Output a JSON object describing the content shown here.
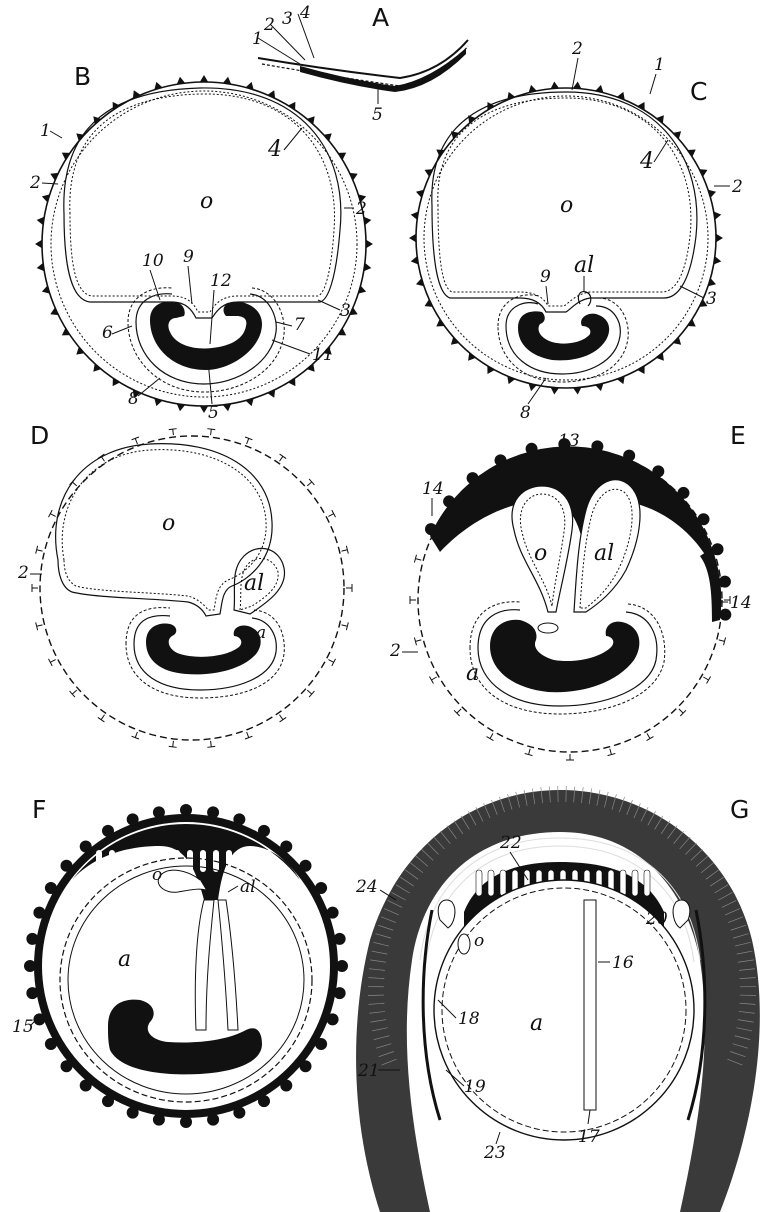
{
  "panels": [
    {
      "id": "A",
      "title": "A",
      "labels": {
        "l1": "1",
        "l2": "2",
        "l3": "3",
        "l4": "4",
        "l5": "5"
      }
    },
    {
      "id": "B",
      "title": "B",
      "labels": {
        "l1": "1",
        "l2": "2",
        "l2b": "2",
        "l3": "3",
        "l4": "4",
        "l5": "5",
        "l6": "6",
        "l7": "7",
        "l8": "8",
        "l9": "9",
        "l10": "10",
        "l11": "11",
        "l12": "12",
        "o": "o"
      }
    },
    {
      "id": "C",
      "title": "C",
      "labels": {
        "l1": "1",
        "l2": "2",
        "l2b": "2",
        "l3": "3",
        "l4": "4",
        "l8": "8",
        "l9": "9",
        "o": "o",
        "al": "al"
      }
    },
    {
      "id": "D",
      "title": "D",
      "labels": {
        "l2": "2",
        "o": "o",
        "al": "al",
        "a": "a"
      }
    },
    {
      "id": "E",
      "title": "E",
      "labels": {
        "l2": "2",
        "l13": "13",
        "l14": "14",
        "l14b": "14",
        "o": "o",
        "al": "al",
        "a": "a"
      }
    },
    {
      "id": "F",
      "title": "F",
      "labels": {
        "l15": "15",
        "o": "o",
        "al": "al",
        "a": "a"
      }
    },
    {
      "id": "G",
      "title": "G",
      "labels": {
        "l16": "16",
        "l17": "17",
        "l18": "18",
        "l19": "19",
        "l20": "20",
        "l21": "21",
        "l22": "22",
        "l23": "23",
        "l24": "24",
        "o": "o",
        "a": "a"
      }
    }
  ],
  "colors": {
    "ink": "#111111",
    "paper": "#ffffff"
  }
}
